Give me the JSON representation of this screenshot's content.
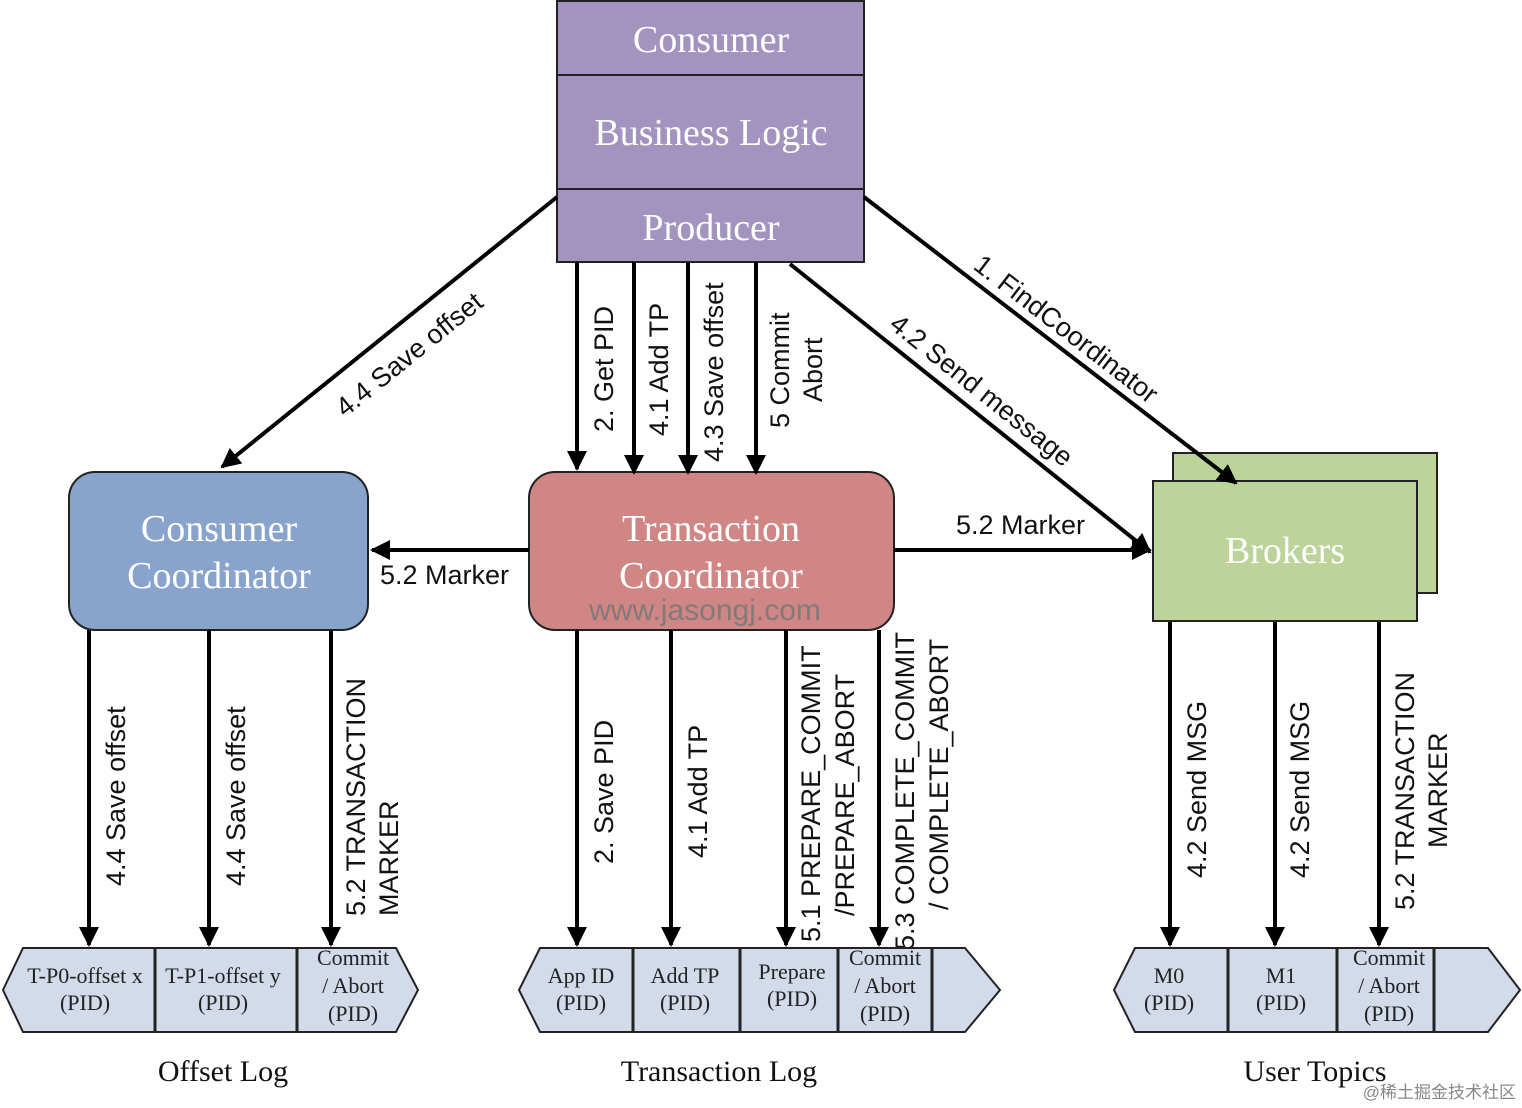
{
  "colors": {
    "producer": "#a293bf",
    "consumer_coordinator": "#89a4cc",
    "transaction_coordinator": "#cf8685",
    "brokers": "#bcd39a",
    "log_cell": "#d3dbea",
    "watermark": "#777777"
  },
  "producer_box": {
    "consumer": "Consumer",
    "business_logic": "Business Logic",
    "producer": "Producer"
  },
  "consumer_coordinator": {
    "line1": "Consumer",
    "line2": "Coordinator"
  },
  "transaction_coordinator": {
    "line1": "Transaction",
    "line2": "Coordinator"
  },
  "brokers": {
    "label": "Brokers"
  },
  "watermark": "www.jasongj.com",
  "edges": {
    "save_offset_44": "4.4 Save offset",
    "get_pid": "2. Get PID",
    "add_tp": "4.1 Add TP",
    "save_offset_43": "4.3 Save offset",
    "commit_abort_l1": "5 Commit",
    "commit_abort_l2": "Abort",
    "send_message": "4.2 Send message",
    "find_coordinator": "1. FindCoordinator",
    "marker_left": "5.2 Marker",
    "marker_right": "5.2 Marker",
    "offset_log_save_1": "4.4 Save offset",
    "offset_log_save_2": "4.4 Save offset",
    "offset_log_marker_l1": "5.2 TRANSACTION",
    "offset_log_marker_l2": "MARKER",
    "txn_save_pid": "2. Save PID",
    "txn_add_tp": "4.1 Add TP",
    "txn_prepare_l1": "5.1 PREPARE_COMMIT",
    "txn_prepare_l2": "/PREPARE_ABORT",
    "txn_complete_l1": "5.3 COMPLETE_COMMIT",
    "txn_complete_l2": "/ COMPLETE_ABORT",
    "topic_send_1": "4.2 Send MSG",
    "topic_send_2": "4.2 Send MSG",
    "topic_marker_l1": "5.2 TRANSACTION",
    "topic_marker_l2": "MARKER"
  },
  "offset_log": {
    "caption": "Offset Log",
    "cells": [
      {
        "line1": "T-P0-offset x",
        "line2": "(PID)"
      },
      {
        "line1": "T-P1-offset y",
        "line2": "(PID)"
      },
      {
        "line1": "Commit",
        "line2": "/ Abort",
        "line3": "(PID)"
      }
    ]
  },
  "transaction_log": {
    "caption": "Transaction Log",
    "cells": [
      {
        "line1": "App ID",
        "line2": "(PID)"
      },
      {
        "line1": "Add TP",
        "line2": "(PID)"
      },
      {
        "line1": "Prepare",
        "line2": "(PID)"
      },
      {
        "line1": "Commit",
        "line2": "/ Abort",
        "line3": "(PID)"
      }
    ]
  },
  "user_topics": {
    "caption": "User Topics",
    "cells": [
      {
        "line1": "M0",
        "line2": "(PID)"
      },
      {
        "line1": "M1",
        "line2": "(PID)"
      },
      {
        "line1": "Commit",
        "line2": "/ Abort",
        "line3": "(PID)"
      }
    ]
  },
  "footer": {
    "credit": "@稀土掘金技术社区"
  }
}
